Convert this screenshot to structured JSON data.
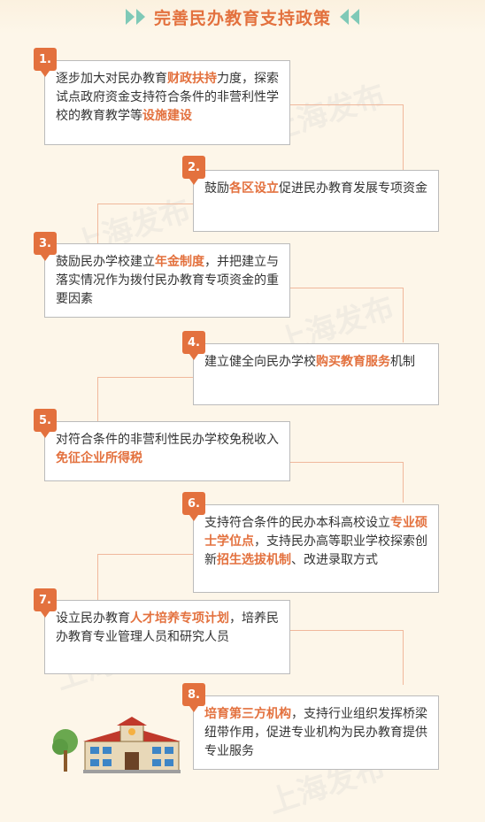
{
  "header": {
    "title": "完善民办教育支持政策"
  },
  "watermark": "上海发布",
  "items": [
    {
      "num": "1.",
      "segments": [
        {
          "t": "逐步加大对民办教育",
          "h": false
        },
        {
          "t": "财政扶持",
          "h": true
        },
        {
          "t": "力度，探索试点政府资金支持符合条件的非营利性学校的教育教学等",
          "h": false
        },
        {
          "t": "设施建设",
          "h": true
        }
      ]
    },
    {
      "num": "2.",
      "segments": [
        {
          "t": "鼓励",
          "h": false
        },
        {
          "t": "各区设立",
          "h": true
        },
        {
          "t": "促进民办教育发展专项资金",
          "h": false
        }
      ]
    },
    {
      "num": "3.",
      "segments": [
        {
          "t": "鼓励民办学校建立",
          "h": false
        },
        {
          "t": "年金制度",
          "h": true
        },
        {
          "t": "，并把建立与落实情况作为拨付民办教育专项资金的重要因素",
          "h": false
        }
      ]
    },
    {
      "num": "4.",
      "segments": [
        {
          "t": "建立健全向民办学校",
          "h": false
        },
        {
          "t": "购买教育服务",
          "h": true
        },
        {
          "t": "机制",
          "h": false
        }
      ]
    },
    {
      "num": "5.",
      "segments": [
        {
          "t": "对符合条件的非营利性民办学校免税收入",
          "h": false
        },
        {
          "t": "免征企业所得税",
          "h": true
        }
      ]
    },
    {
      "num": "6.",
      "segments": [
        {
          "t": "支持符合条件的民办本科高校设立",
          "h": false
        },
        {
          "t": "专业硕士学位点",
          "h": true
        },
        {
          "t": "，支持民办高等职业学校探索创新",
          "h": false
        },
        {
          "t": "招生选拔机制",
          "h": true
        },
        {
          "t": "、改进录取方式",
          "h": false
        }
      ]
    },
    {
      "num": "7.",
      "segments": [
        {
          "t": "设立民办教育",
          "h": false
        },
        {
          "t": "人才培养专项计划",
          "h": true
        },
        {
          "t": "，培养民办教育专业管理人员和研究人员",
          "h": false
        }
      ]
    },
    {
      "num": "8.",
      "segments": [
        {
          "t": "培育第三方机构",
          "h": true
        },
        {
          "t": "，支持行业组织发挥桥梁纽带作用，促进专业机构为民办教育提供专业服务",
          "h": false
        }
      ]
    }
  ]
}
